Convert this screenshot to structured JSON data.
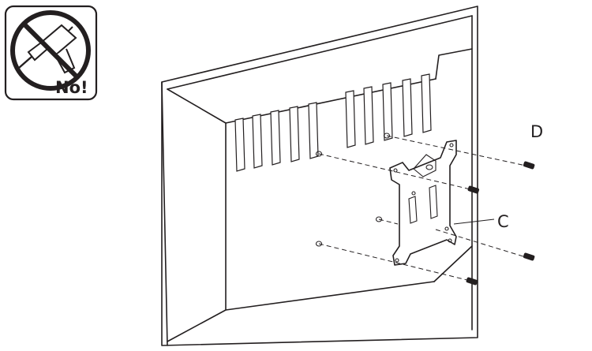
{
  "warning": {
    "text": "No!",
    "icon": "no-power-drill-icon"
  },
  "callouts": {
    "bracket": "C",
    "screws": "D"
  },
  "colors": {
    "line": "#231f20",
    "background": "#ffffff"
  }
}
